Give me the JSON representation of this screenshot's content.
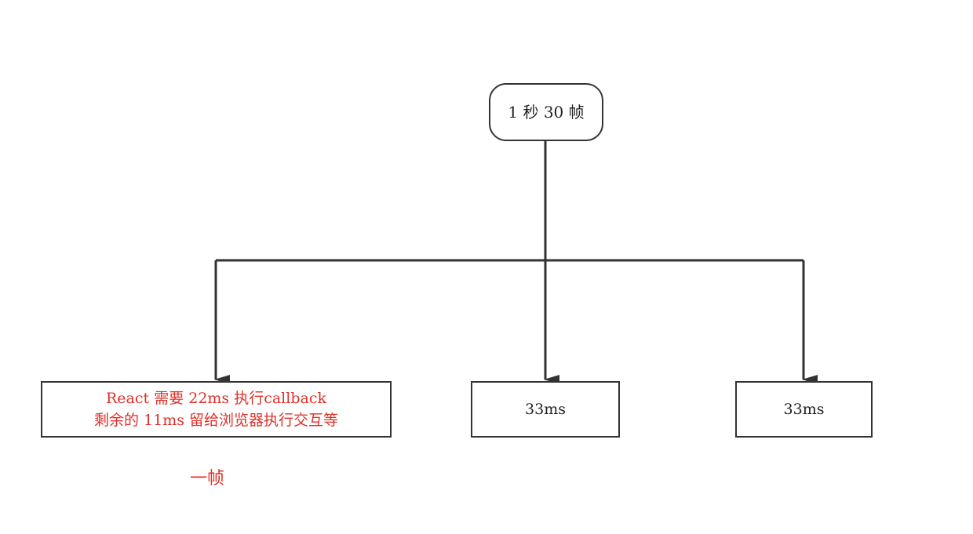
{
  "root": {
    "label": "1 秒 30 帧"
  },
  "frames": [
    {
      "line1": "React 需要 22ms 执行callback",
      "line2": "剩余的 11ms 留给浏览器执行交互等"
    },
    {
      "label": "33ms"
    },
    {
      "label": "33ms"
    }
  ],
  "caption": "一帧",
  "colors": {
    "stroke": "#333333",
    "highlight_text": "#e0302a",
    "text": "#222222",
    "background": "#ffffff"
  }
}
